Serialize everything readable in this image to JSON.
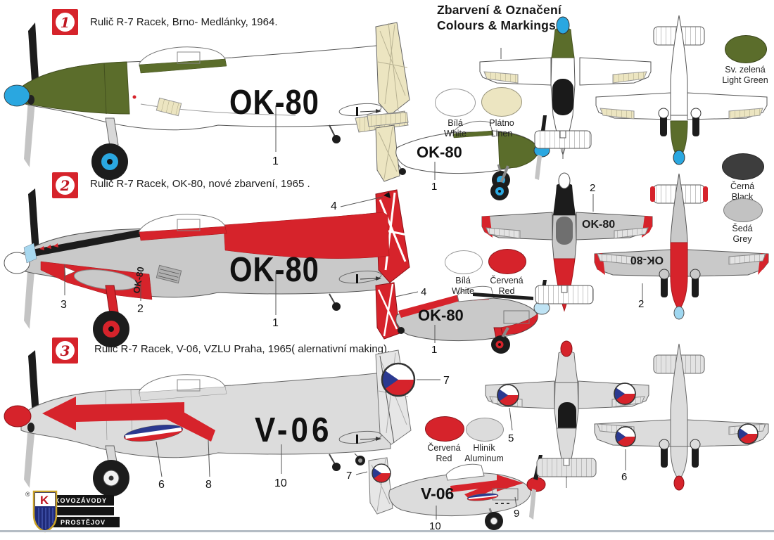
{
  "header": {
    "title_cs": "Zbarvení & Označení",
    "title_en": "Colours & Markings"
  },
  "schemes": [
    {
      "num": "1",
      "label": "Rulič R-7 Racek, Brno- Medlánky, 1964.",
      "registration": "OK-80"
    },
    {
      "num": "2",
      "label": "Rulič R-7 Racek, OK-80, nové zbarvení, 1965 .",
      "registration": "OK-80"
    },
    {
      "num": "3",
      "label": "Rulič R-7 Racek, V-06, VZLU Praha, 1965( alernativní making).",
      "registration": "V-06"
    }
  ],
  "swatches": [
    {
      "cs": "Bílá",
      "en": "White",
      "color": "#ffffff"
    },
    {
      "cs": "Plátno",
      "en": "Linen",
      "color": "#ece5c1"
    },
    {
      "cs": "Sv. zelená",
      "en": "Light Green",
      "color": "#5b6d2b"
    },
    {
      "cs": "Bílá",
      "en": "White",
      "color": "#ffffff"
    },
    {
      "cs": "Červená",
      "en": "Red",
      "color": "#d6232b"
    },
    {
      "cs": "Černá",
      "en": "Black",
      "color": "#3d3d3d"
    },
    {
      "cs": "Šedá",
      "en": "Grey",
      "color": "#c2c2c2"
    },
    {
      "cs": "Červená",
      "en": "Red",
      "color": "#d6232b"
    },
    {
      "cs": "Hliník",
      "en": "Aluminum",
      "color": "#dcdcdc"
    }
  ],
  "callouts": [
    "1",
    "2",
    "3",
    "4",
    "5",
    "6",
    "7",
    "8",
    "9",
    "10"
  ],
  "logo": {
    "reg_mark": "®",
    "letter": "K",
    "line1": "KOVOZÁVODY",
    "line2": "PROSTĚJOV"
  },
  "colors": {
    "light_green": "#5b6d2b",
    "linen": "#ece5c1",
    "red": "#d6232b",
    "grey": "#c9c9c9",
    "black": "#3d3d3d",
    "aluminum": "#dcdcdc",
    "white": "#ffffff",
    "spinner_blue": "#2aa7e0",
    "spinner_pale_blue": "#a8d8ef",
    "roundel_blue": "#2b3990"
  }
}
